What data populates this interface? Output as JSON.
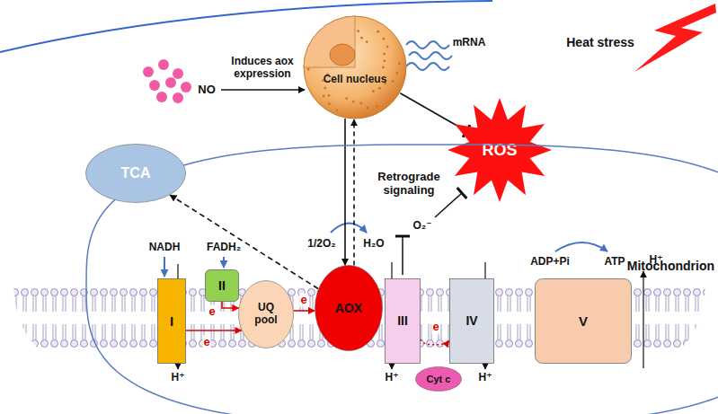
{
  "diagram": {
    "nodes": [
      {
        "text": [
          "Cell nucleus"
        ]
      },
      {
        "text": [
          "ROS"
        ]
      },
      {
        "text": [
          "Mitochondrion"
        ]
      },
      {
        "text": [
          "TCA"
        ],
        "in": 2
      },
      {
        "text": [
          "I"
        ],
        "in": 2
      },
      {
        "text": [
          "II"
        ],
        "in": 2
      },
      {
        "text": [
          "UQ pool"
        ],
        "in": 2
      },
      {
        "text": [
          "AOX"
        ],
        "in": 2
      },
      {
        "text": [
          "III"
        ],
        "in": 2
      },
      {
        "text": [
          "Cyt c"
        ],
        "in": 2
      },
      {
        "text": [
          "IV"
        ],
        "in": 2
      },
      {
        "text": [
          "V"
        ],
        "in": 2
      }
    ],
    "edges": [
      {
        "from": 0,
        "to": 1,
        "arrow": "to"
      },
      {
        "from": 0,
        "to": 7,
        "arrow": "to"
      },
      {
        "from": 7,
        "to": 0,
        "label": "Retrograde signaling",
        "arrow": "to"
      },
      {
        "from": 7,
        "to": 3,
        "arrow": "to"
      },
      {
        "from": 4,
        "to": 6,
        "label": "e",
        "arrow": "to"
      },
      {
        "from": 5,
        "to": 6,
        "label": "e",
        "arrow": "to"
      },
      {
        "from": 6,
        "to": 7,
        "label": "e",
        "arrow": "to"
      },
      {
        "from": 8,
        "to": 10,
        "label": "e",
        "arrow": "to"
      }
    ],
    "labels": [
      "Heat stress",
      "NO",
      "Induces aox expression",
      "mRNA",
      "NADH",
      "FADH₂",
      "1/2O₂",
      "H₂O",
      "O₂⁻",
      "ADP+Pi",
      "ATP",
      "H⁺",
      "H⁺",
      "H⁺",
      "H⁺"
    ]
  }
}
